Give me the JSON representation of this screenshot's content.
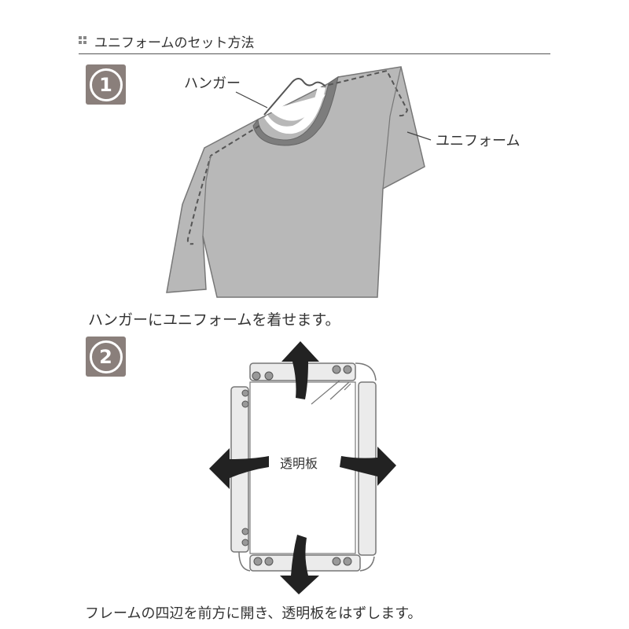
{
  "header": {
    "title": "ユニフォームのセット方法"
  },
  "steps": [
    {
      "number": "1",
      "hanger_label": "ハンガー",
      "uniform_label": "ユニフォーム",
      "caption": "ハンガーにユニフォームを着せます。"
    },
    {
      "number": "2",
      "panel_label": "透明板",
      "caption": "フレームの四辺を前方に開き、透明板をはずします。"
    }
  ]
}
